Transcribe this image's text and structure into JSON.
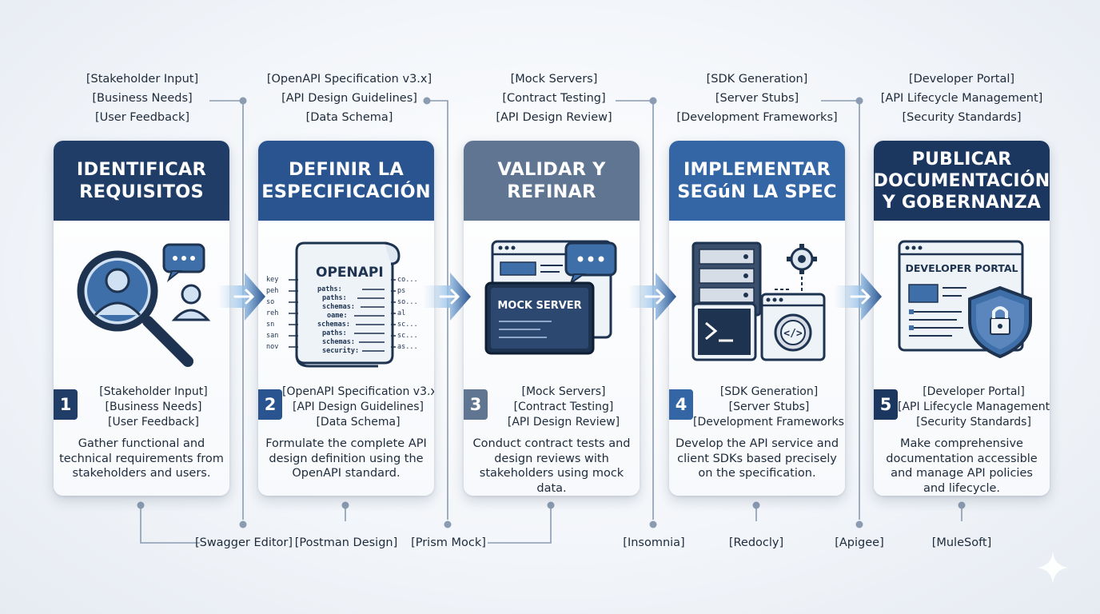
{
  "colors": {
    "dark_navy": "#1f3d66",
    "mid_blue": "#2a5490",
    "slate": "#5f7591",
    "bright_blue": "#3465a4",
    "deep_navy": "#1b3760",
    "arrow_glow": "#8fc4f0"
  },
  "steps": [
    {
      "number": "1",
      "title_lines": [
        "IDENTIFICAR",
        "REQUISITOS"
      ],
      "top_labels": [
        "[Stakeholder Input]",
        "[Business Needs]",
        "[User Feedback]"
      ],
      "list": [
        "[Stakeholder Input]",
        "[Business Needs]",
        "[User Feedback]"
      ],
      "description": "Gather functional and technical requirements from stakeholders and users.",
      "icon": "magnifier-user-icon"
    },
    {
      "number": "2",
      "title_lines": [
        "DEFINIR LA",
        "ESPECIFICACIÓN"
      ],
      "top_labels": [
        "[OpenAPI Specification v3.x]",
        "[API Design Guidelines]",
        "[Data Schema]"
      ],
      "list": [
        "[OpenAPI Specification v3.x]",
        "[API Design Guidelines]",
        "[Data Schema]"
      ],
      "description": "Formulate the complete API design definition using the OpenAPI standard.",
      "icon": "openapi-scroll-icon",
      "scroll": {
        "title": "OPENAPI",
        "left_keys": [
          "key",
          "peh",
          "so",
          "reh",
          "sn",
          "san",
          "nov"
        ],
        "center_keys": [
          "paths:",
          "paths:",
          "schemas:",
          "oame:",
          "schemas:",
          "paths:",
          "schemas:",
          "security:"
        ],
        "right_keys": [
          "co...",
          "ps",
          "so...",
          "al",
          "sc...",
          "sc...",
          "as..."
        ]
      }
    },
    {
      "number": "3",
      "title_lines": [
        "VALIDAR Y",
        "REFINAR"
      ],
      "top_labels": [
        "[Mock Servers]",
        "[Contract Testing]",
        "[API Design Review]"
      ],
      "list": [
        "[Mock Servers]",
        "[Contract Testing]",
        "[API Design Review]"
      ],
      "description": "Conduct contract tests and design reviews with stakeholders using mock data.",
      "icon": "mock-server-icon",
      "screen_label": "MOCK SERVER"
    },
    {
      "number": "4",
      "title_lines": [
        "IMPLEMENTAR",
        "SEGúN LA SPEC"
      ],
      "top_labels": [
        "[SDK Generation]",
        "[Server Stubs]",
        "[Development Frameworks]"
      ],
      "list": [
        "[SDK Generation]",
        "[Server Stubs]",
        "[Development Frameworks]"
      ],
      "description": "Develop the API service and client SDKs based precisely on the specification.",
      "icon": "server-code-icon"
    },
    {
      "number": "5",
      "title_lines": [
        "PUBLICAR",
        "DOCUMENTACIÓN",
        "Y GOBERNANZA"
      ],
      "top_labels": [
        "[Developer Portal]",
        "[API Lifecycle Management]",
        "[Security Standards]"
      ],
      "list": [
        "[Developer Portal]",
        "[API Lifecycle Management]",
        "[Security Standards]"
      ],
      "description": "Make comprehensive documentation accessible and manage API policies and lifecycle.",
      "icon": "portal-shield-icon",
      "screen_label": "DEVELOPER PORTAL"
    }
  ],
  "tools": [
    "[Swagger Editor]",
    "[Postman Design]",
    "[Prism Mock]",
    "[Insomnia]",
    "[Redocly]",
    "[Apigee]",
    "[MuleSoft]"
  ]
}
